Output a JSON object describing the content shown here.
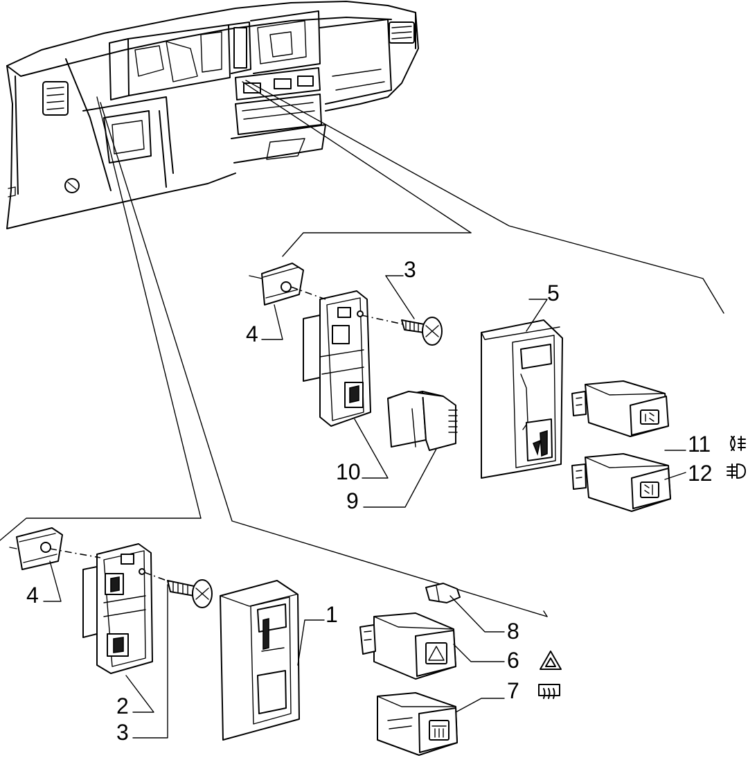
{
  "callouts": {
    "c1": "1",
    "c2": "2",
    "c3_top": "3",
    "c3_bottom": "3",
    "c4_top": "4",
    "c4_bottom": "4",
    "c5": "5",
    "c6": "6",
    "c7": "7",
    "c8": "8",
    "c9": "9",
    "c10": "10",
    "c11": "11",
    "c12": "12"
  },
  "symbols": {
    "c6": "hazard-warning-triangle",
    "c7": "rear-window-defroster",
    "c11": "rear-fog-lamp",
    "c12": "front-fog-lamp"
  }
}
